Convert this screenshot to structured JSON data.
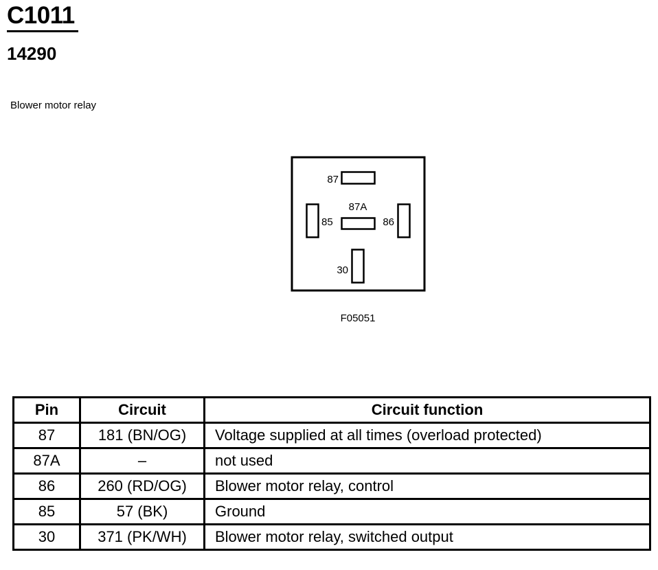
{
  "header": {
    "connector_id": "C1011",
    "part_number": "14290",
    "description": "Blower motor relay"
  },
  "diagram": {
    "pins": [
      {
        "label": "87"
      },
      {
        "label": "87A"
      },
      {
        "label": "85"
      },
      {
        "label": "86"
      },
      {
        "label": "30"
      }
    ],
    "figure_id": "F05051"
  },
  "table": {
    "headers": [
      "Pin",
      "Circuit",
      "Circuit function"
    ],
    "rows": [
      {
        "pin": "87",
        "circuit": "181 (BN/OG)",
        "function": "Voltage supplied at all times (overload protected)"
      },
      {
        "pin": "87A",
        "circuit": "–",
        "function": "not used"
      },
      {
        "pin": "86",
        "circuit": "260 (RD/OG)",
        "function": "Blower motor relay, control"
      },
      {
        "pin": "85",
        "circuit": "57 (BK)",
        "function": "Ground"
      },
      {
        "pin": "30",
        "circuit": "371 (PK/WH)",
        "function": "Blower motor relay, switched output"
      }
    ]
  }
}
